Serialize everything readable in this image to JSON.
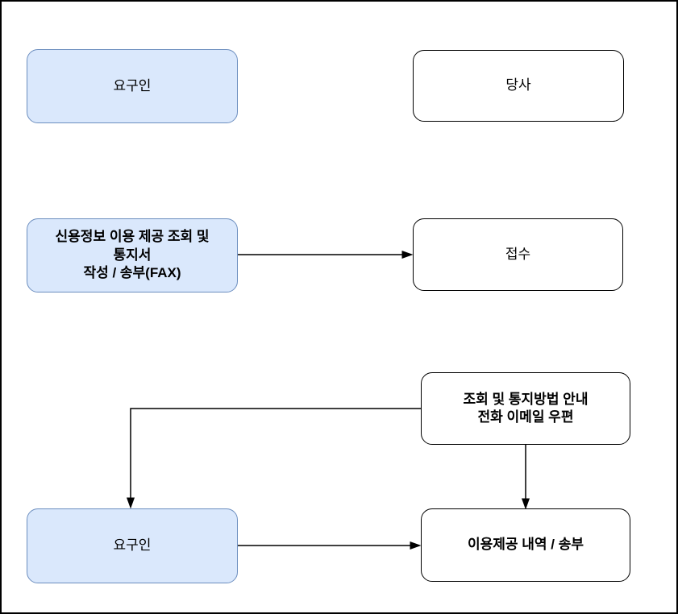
{
  "diagram": {
    "type": "flowchart",
    "background": "#ffffff",
    "colors": {
      "frame_border": "#000000",
      "highlight_fill": "#dae8fc",
      "highlight_border": "#6c8ebf",
      "plain_fill": "#ffffff",
      "plain_border": "#000000",
      "connector": "#000000"
    },
    "nodes": [
      {
        "id": "requester-top",
        "label": "요구인",
        "style": "highlight",
        "bold": false
      },
      {
        "id": "company",
        "label": "당사",
        "style": "plain",
        "bold": false
      },
      {
        "id": "notice",
        "label": "신용정보 이용 제공 조회 및\n통지서\n작성 / 송부(FAX)",
        "style": "highlight",
        "bold": true
      },
      {
        "id": "reception",
        "label": "접수",
        "style": "plain",
        "bold": false
      },
      {
        "id": "guide",
        "label": "조회 및 통지방법 안내\n전화 이메일 우편",
        "style": "plain",
        "bold": true
      },
      {
        "id": "requester-bottom",
        "label": "요구인",
        "style": "highlight",
        "bold": false
      },
      {
        "id": "history",
        "label": "이용제공 내역 / 송부",
        "style": "plain",
        "bold": true
      }
    ],
    "connectors": [
      {
        "from": "notice",
        "to": "reception",
        "shape": "straight",
        "direction": "right"
      },
      {
        "from": "guide",
        "to": "requester-bottom",
        "shape": "elbow",
        "direction": "left-then-down"
      },
      {
        "from": "guide",
        "to": "history",
        "shape": "straight",
        "direction": "down"
      },
      {
        "from": "requester-bottom",
        "to": "history",
        "shape": "straight",
        "direction": "right"
      }
    ]
  }
}
